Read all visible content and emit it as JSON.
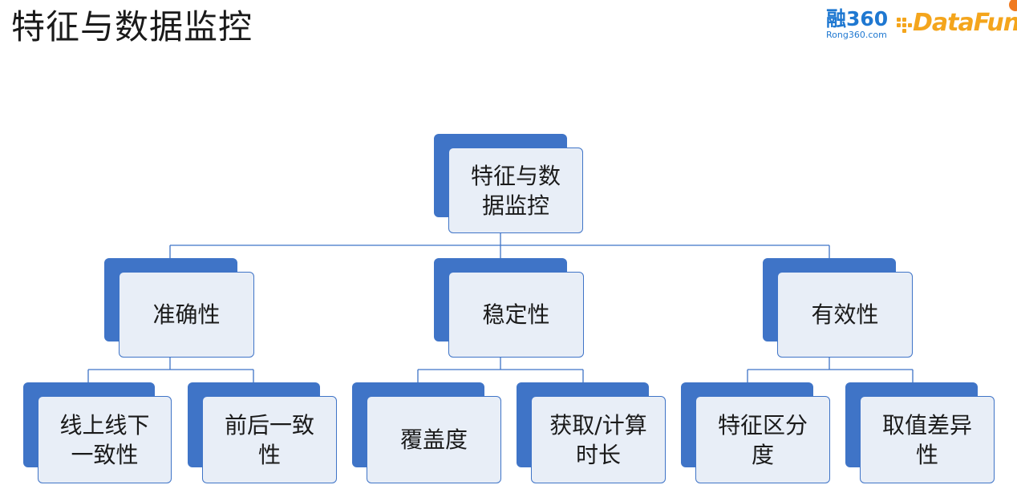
{
  "page_title": "特征与数据监控",
  "logo": {
    "rong_text": "融360",
    "rong_url_text": "Rong360.com",
    "df_text": "DataFun."
  },
  "colors": {
    "accent_blue": "#3f74c7",
    "box_fill": "#e8eef7",
    "line_blue": "#3f74c7",
    "logo_blue": "#1f78d1",
    "logo_orange": "#f4a51c"
  },
  "diagram": {
    "root": {
      "label": "特征与数据监控"
    },
    "branches": [
      {
        "label": "准确性",
        "children": [
          {
            "label": "线上线下一致性"
          },
          {
            "label": "前后一致性"
          }
        ]
      },
      {
        "label": "稳定性",
        "children": [
          {
            "label": "覆盖度"
          },
          {
            "label": "获取/计算时长"
          }
        ]
      },
      {
        "label": "有效性",
        "children": [
          {
            "label": "特征区分度"
          },
          {
            "label": "取值差异性"
          }
        ]
      }
    ]
  }
}
